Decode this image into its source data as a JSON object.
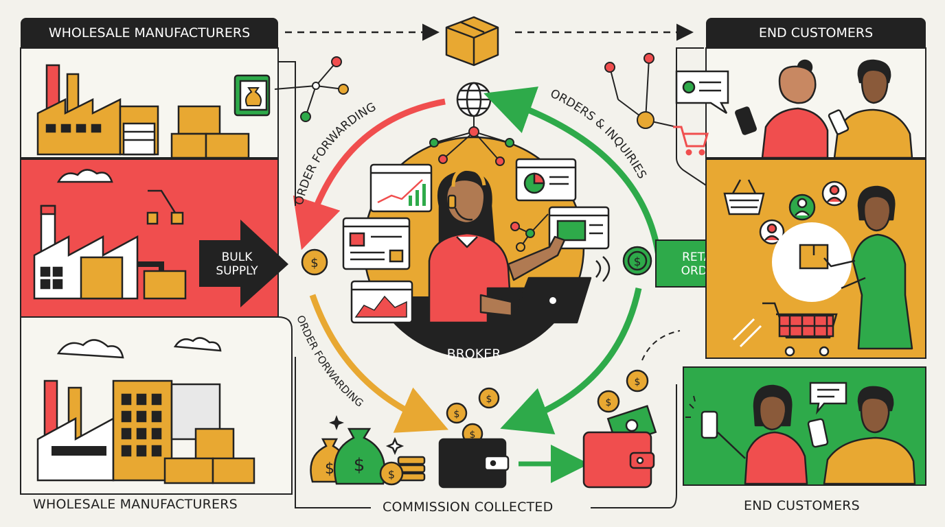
{
  "left_panel": {
    "header": "WHOLESALE MANUFACTURERS",
    "footer": "WHOLESALE MANUFACTURERS"
  },
  "right_panel": {
    "header": "END CUSTOMERS",
    "footer": "END CUSTOMERS"
  },
  "center": {
    "broker_label": "BROKER",
    "arc_top_left": "ORDER FORWARDING",
    "arc_top_right": "ORDERS & INQUIRIES",
    "arc_bottom_left": "ORDER FORWARDING"
  },
  "flows": {
    "bulk_supply": [
      "BULK",
      "SUPPLY"
    ],
    "retail_order": [
      "RETAIL",
      "ORDER"
    ]
  },
  "bottom": {
    "commission": "COMMISSION COLLECTED"
  },
  "colors": {
    "red": "#f04e4e",
    "green": "#2eaa4a",
    "mustard": "#e8a832",
    "dark": "#222222",
    "cream": "#f3f2ec"
  }
}
